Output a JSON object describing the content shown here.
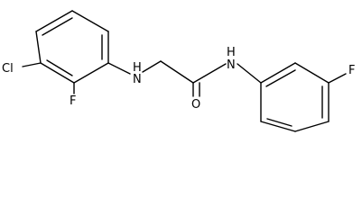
{
  "molecule": {
    "atoms": {
      "cl": "Cl",
      "f_ortho": "F",
      "nh_amine": "H",
      "n_amine": "N",
      "o": "O",
      "nh_amide": "H",
      "n_amide": "N",
      "f_meta": "F"
    }
  }
}
